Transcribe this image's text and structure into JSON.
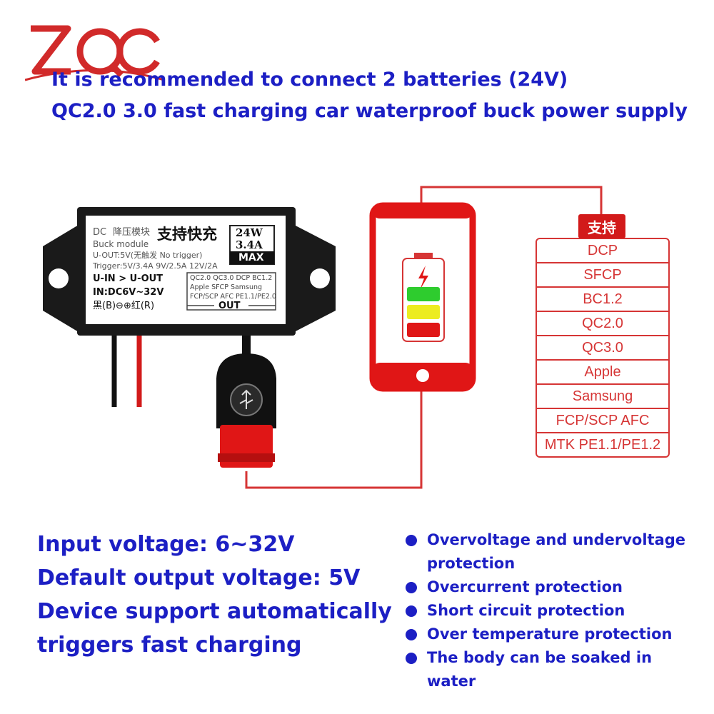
{
  "header": {
    "logo_text": "ZQC",
    "line1": "It is recommended to connect 2 batteries (24V)",
    "line2": "QC2.0 3.0 fast charging car waterproof buck power supply"
  },
  "module": {
    "dc": "DC",
    "cn_module": "降压模块",
    "en_module": "Buck module",
    "cn_fast": "支持快充",
    "badge_w": "24W",
    "badge_a": "3.4A",
    "badge_max": "MAX",
    "uout": "U-OUT:5V(无触发 No trigger)",
    "trigger": "Trigger:5V/3.4A  9V/2.5A 12V/2A",
    "uin_uout": "U-IN > U-OUT",
    "in_range": "IN:DC6V~32V",
    "polarity": "黑(B)⊖⊕红(R)",
    "proto_row1": "QC2.0 QC3.0  DCP  BC1.2",
    "proto_row2": "Apple   SFCP   Samsung",
    "proto_row3": "FCP/SCP AFC  PE1.1/PE2.0",
    "out_label": "OUT"
  },
  "support": {
    "title": "支持",
    "items": [
      "DCP",
      "SFCP",
      "BC1.2",
      "QC2.0",
      "QC3.0",
      "Apple",
      "Samsung",
      "FCP/SCP AFC",
      "MTK PE1.1/PE1.2"
    ]
  },
  "specs": {
    "input": "Input voltage: 6~32V",
    "output": "Default output voltage: 5V",
    "auto1": "Device support automatically",
    "auto2": "triggers fast charging"
  },
  "features": [
    "Overvoltage and undervoltage protection",
    "Overcurrent protection",
    "Short circuit protection",
    "Over temperature protection",
    "The body can be soaked in water"
  ],
  "colors": {
    "blue_text": "#1c1fc4",
    "red": "#d21a1a",
    "battery_green": "#2ecc2e",
    "battery_yellow": "#ecec20",
    "battery_red": "#e01616"
  }
}
